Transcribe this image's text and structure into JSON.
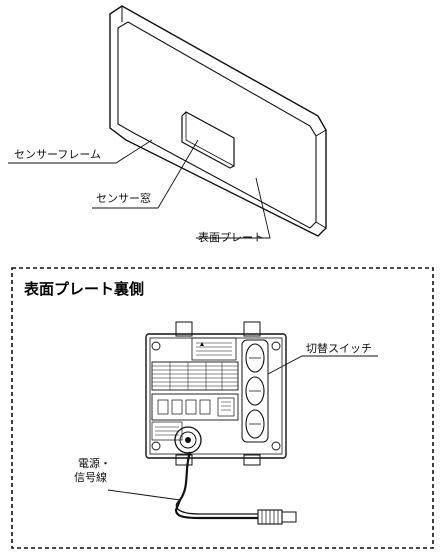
{
  "top_figure": {
    "labels": {
      "sensor_frame": "センサーフレーム",
      "sensor_window": "センサー窓",
      "surface_plate": "表面プレート"
    }
  },
  "back_panel": {
    "title": "表面プレート裏側",
    "labels": {
      "switch": "切替スイッチ",
      "cable": [
        "電源・",
        "信号線"
      ]
    }
  }
}
